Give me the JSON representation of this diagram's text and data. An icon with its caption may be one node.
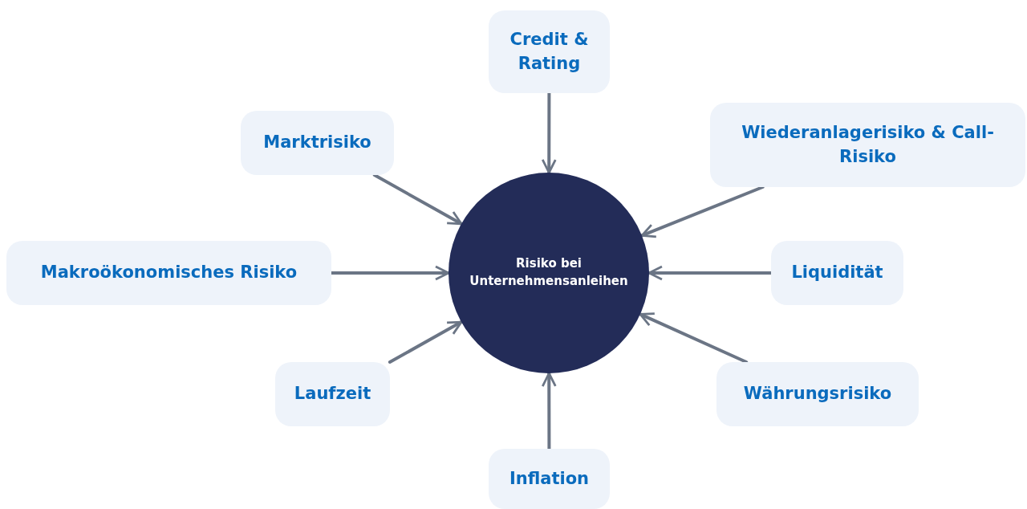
{
  "diagram": {
    "nodes": [
      {
        "text": [
          "Credit & Rating"
        ]
      },
      {
        "text": [
          "Marktrisiko"
        ]
      },
      {
        "text": [
          "Wiederanlagerisiko & Call-Risiko"
        ]
      },
      {
        "text": [
          "Makroökonomisches Risiko"
        ]
      },
      {
        "text": [
          "Risiko bei Unternehmensanleihen"
        ]
      },
      {
        "text": [
          "Liquidität"
        ]
      },
      {
        "text": [
          "Laufzeit"
        ]
      },
      {
        "text": [
          "Währungsrisiko"
        ]
      },
      {
        "text": [
          "Inflation"
        ]
      }
    ],
    "edges": [
      {
        "from": 0,
        "to": 4,
        "arrow": "to"
      },
      {
        "from": 1,
        "to": 4,
        "arrow": "to"
      },
      {
        "from": 2,
        "to": 4,
        "arrow": "to"
      },
      {
        "from": 3,
        "to": 4,
        "arrow": "to"
      },
      {
        "from": 5,
        "to": 4,
        "arrow": "to"
      },
      {
        "from": 6,
        "to": 4,
        "arrow": "to"
      },
      {
        "from": 7,
        "to": 4,
        "arrow": "to"
      },
      {
        "from": 8,
        "to": 4,
        "arrow": "to"
      }
    ]
  }
}
